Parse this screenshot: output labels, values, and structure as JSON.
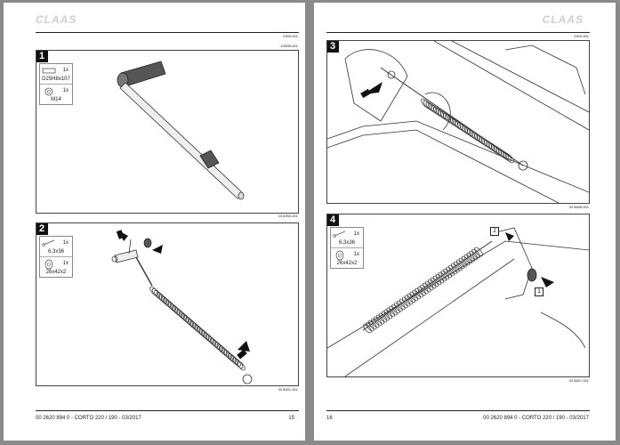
{
  "left_page": {
    "logo": "CLAAS",
    "header_ref": "2300-001",
    "sub_ref": "1000B-001",
    "footer_doc": "00 2620 894 0 - CORTO 220 / 190 - 03/2017",
    "page_number": "15",
    "panels": [
      {
        "step": "1",
        "figure_ref": "33 5050-001",
        "parts": [
          {
            "qty": "1x",
            "size": "D25H8x107"
          },
          {
            "qty": "1x",
            "size": "M14"
          }
        ]
      },
      {
        "step": "2",
        "figure_ref": "33 8001-001",
        "parts": [
          {
            "qty": "1x",
            "size": "6,3x36"
          },
          {
            "qty": "1x",
            "size": "26x42x2"
          }
        ]
      }
    ]
  },
  "right_page": {
    "logo": "CLAAS",
    "header_ref": "2300-001",
    "footer_doc": "00 2620 894 0 - CORTO 220 / 190 - 03/2017",
    "page_number": "16",
    "panels": [
      {
        "step": "3",
        "figure_ref": "33 5846-001",
        "callouts": []
      },
      {
        "step": "4",
        "figure_ref": "33 5847-001",
        "parts": [
          {
            "qty": "1x",
            "size": "6,3x36"
          },
          {
            "qty": "1x",
            "size": "26x42x2"
          }
        ],
        "callouts": [
          "2",
          "1"
        ]
      }
    ]
  }
}
